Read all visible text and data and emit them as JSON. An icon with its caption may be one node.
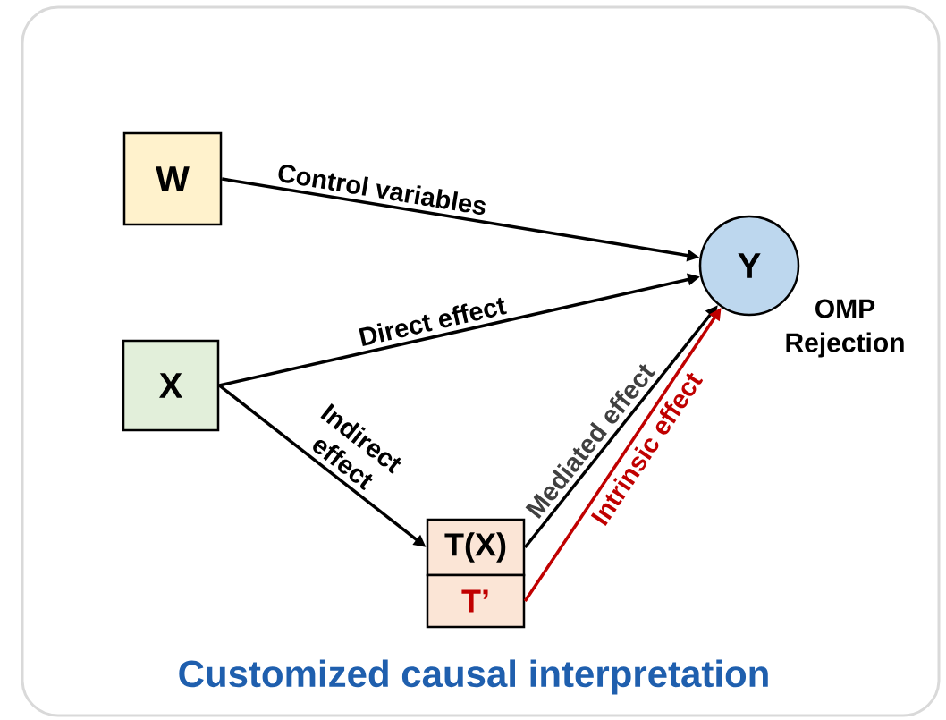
{
  "diagram": {
    "caption": "Customized causal interpretation",
    "nodes": [
      {
        "text": [
          "W"
        ]
      },
      {
        "text": [
          "X"
        ]
      },
      {
        "text": [
          "T(X)"
        ]
      },
      {
        "text": [
          "T’"
        ]
      },
      {
        "text": [
          "Y"
        ],
        "beside": [
          "OMP Rejection"
        ]
      }
    ],
    "edges": [
      {
        "from": 0,
        "to": 4,
        "arrow": "to",
        "label": "Control variables"
      },
      {
        "from": 1,
        "to": 4,
        "arrow": "to",
        "label": "Direct effect"
      },
      {
        "from": 1,
        "to": 2,
        "arrow": "to",
        "label": "Indirect effect"
      },
      {
        "from": 2,
        "to": 4,
        "arrow": "to",
        "label": "Mediated effect"
      },
      {
        "from": 3,
        "to": 4,
        "arrow": "to",
        "label": "Intrinsic effect",
        "color": "#c00000"
      }
    ]
  }
}
